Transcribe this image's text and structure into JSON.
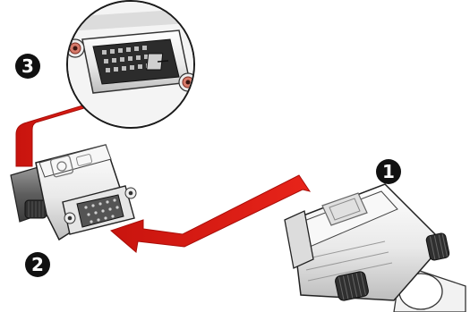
{
  "steps": [
    {
      "number": "3",
      "target": "dvi-port"
    },
    {
      "number": "2",
      "target": "dvi-to-vga-adapter"
    },
    {
      "number": "1",
      "target": "vga-cable-plug"
    }
  ],
  "colors": {
    "arrow": "#e01b12",
    "arrow_dark": "#b50f0a",
    "badge": "#111111",
    "plastic": "#ebebeb",
    "plastic_shadow": "#bdbdbd",
    "metal": "#6b6b6b",
    "screw": "#3a3a3a",
    "screw_ring": "#d67a6a",
    "outline": "#222222"
  },
  "icons": [
    "dvi-port-icon",
    "dvi-adapter-icon",
    "vga-plug-icon",
    "arrow-icon"
  ]
}
